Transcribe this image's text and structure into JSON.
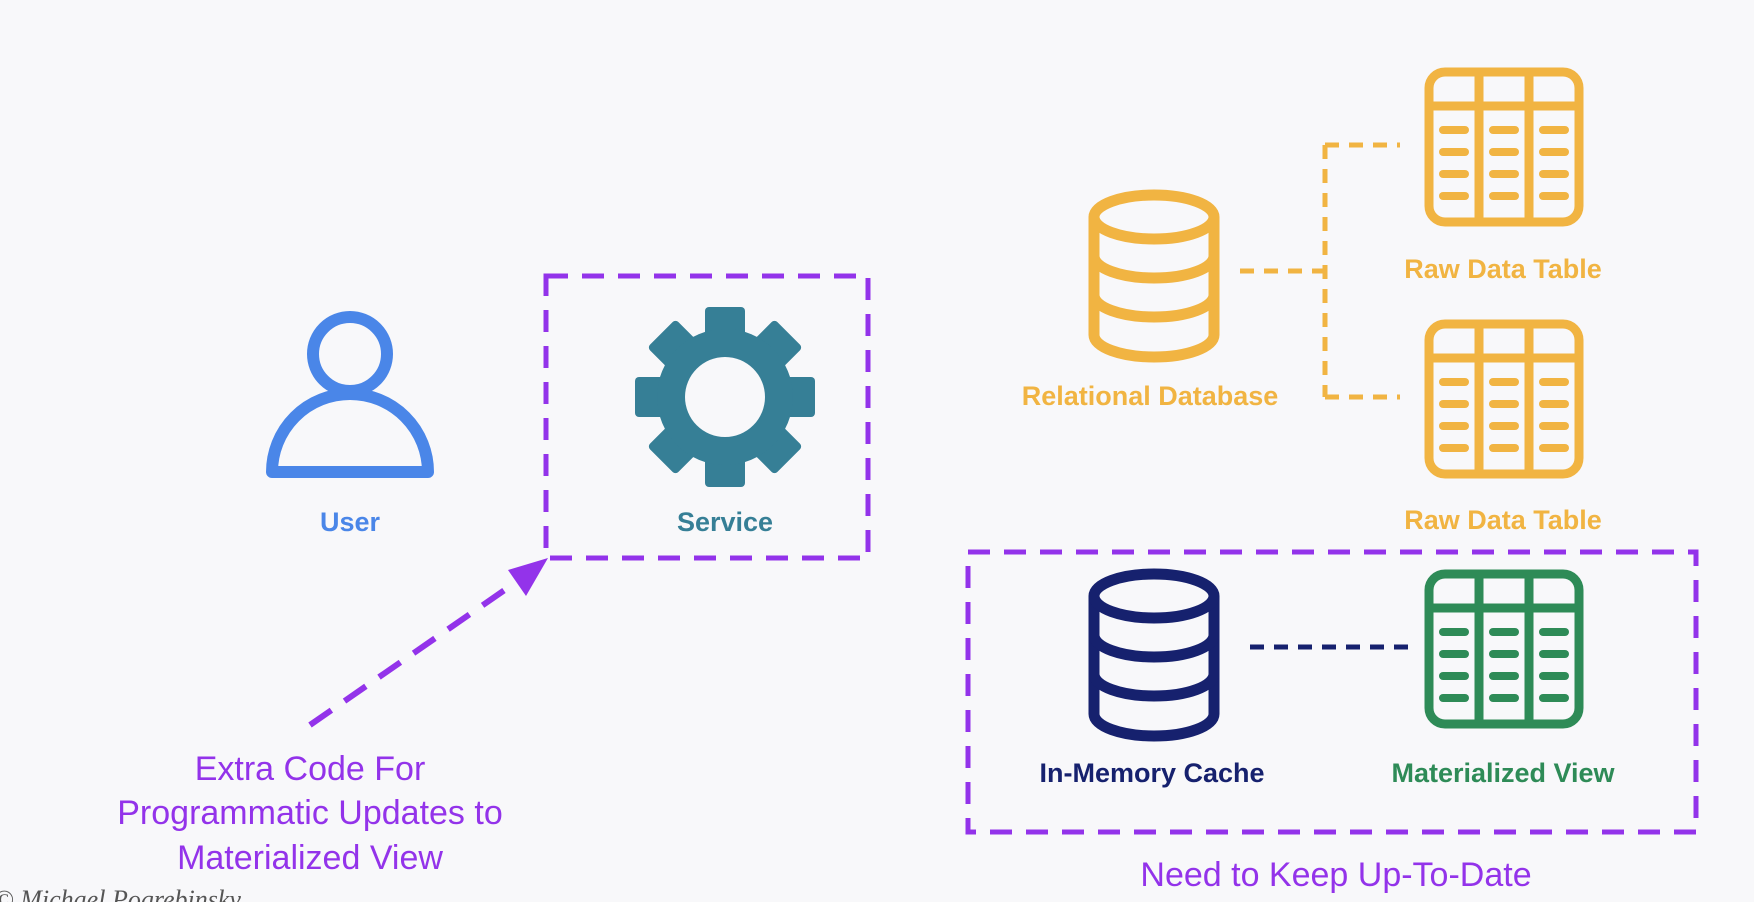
{
  "labels": {
    "user": "User",
    "service": "Service",
    "relational_database": "Relational Database",
    "raw_table_1": "Raw Data Table",
    "raw_table_2": "Raw Data Table",
    "in_memory_cache": "In-Memory Cache",
    "materialized_view": "Materialized View"
  },
  "annotations": {
    "extra_code": [
      "Extra Code For",
      "Programmatic Updates to",
      "Materialized View"
    ],
    "keep_up_to_date": "Need to Keep Up-To-Date"
  },
  "credit": "© Michael Pogrebinsky",
  "colors": {
    "background": "#f8f8fa",
    "user_blue": "#4a86e8",
    "service_teal": "#367f96",
    "database_orange": "#f1b442",
    "cache_navy": "#16216e",
    "view_green": "#2e8b57",
    "annotation_purple": "#9333ea"
  },
  "icons": {
    "user": "user-icon",
    "service": "gear-icon",
    "relational_database": "database-icon",
    "raw_table": "table-icon",
    "in_memory_cache": "database-icon",
    "materialized_view": "table-icon"
  }
}
